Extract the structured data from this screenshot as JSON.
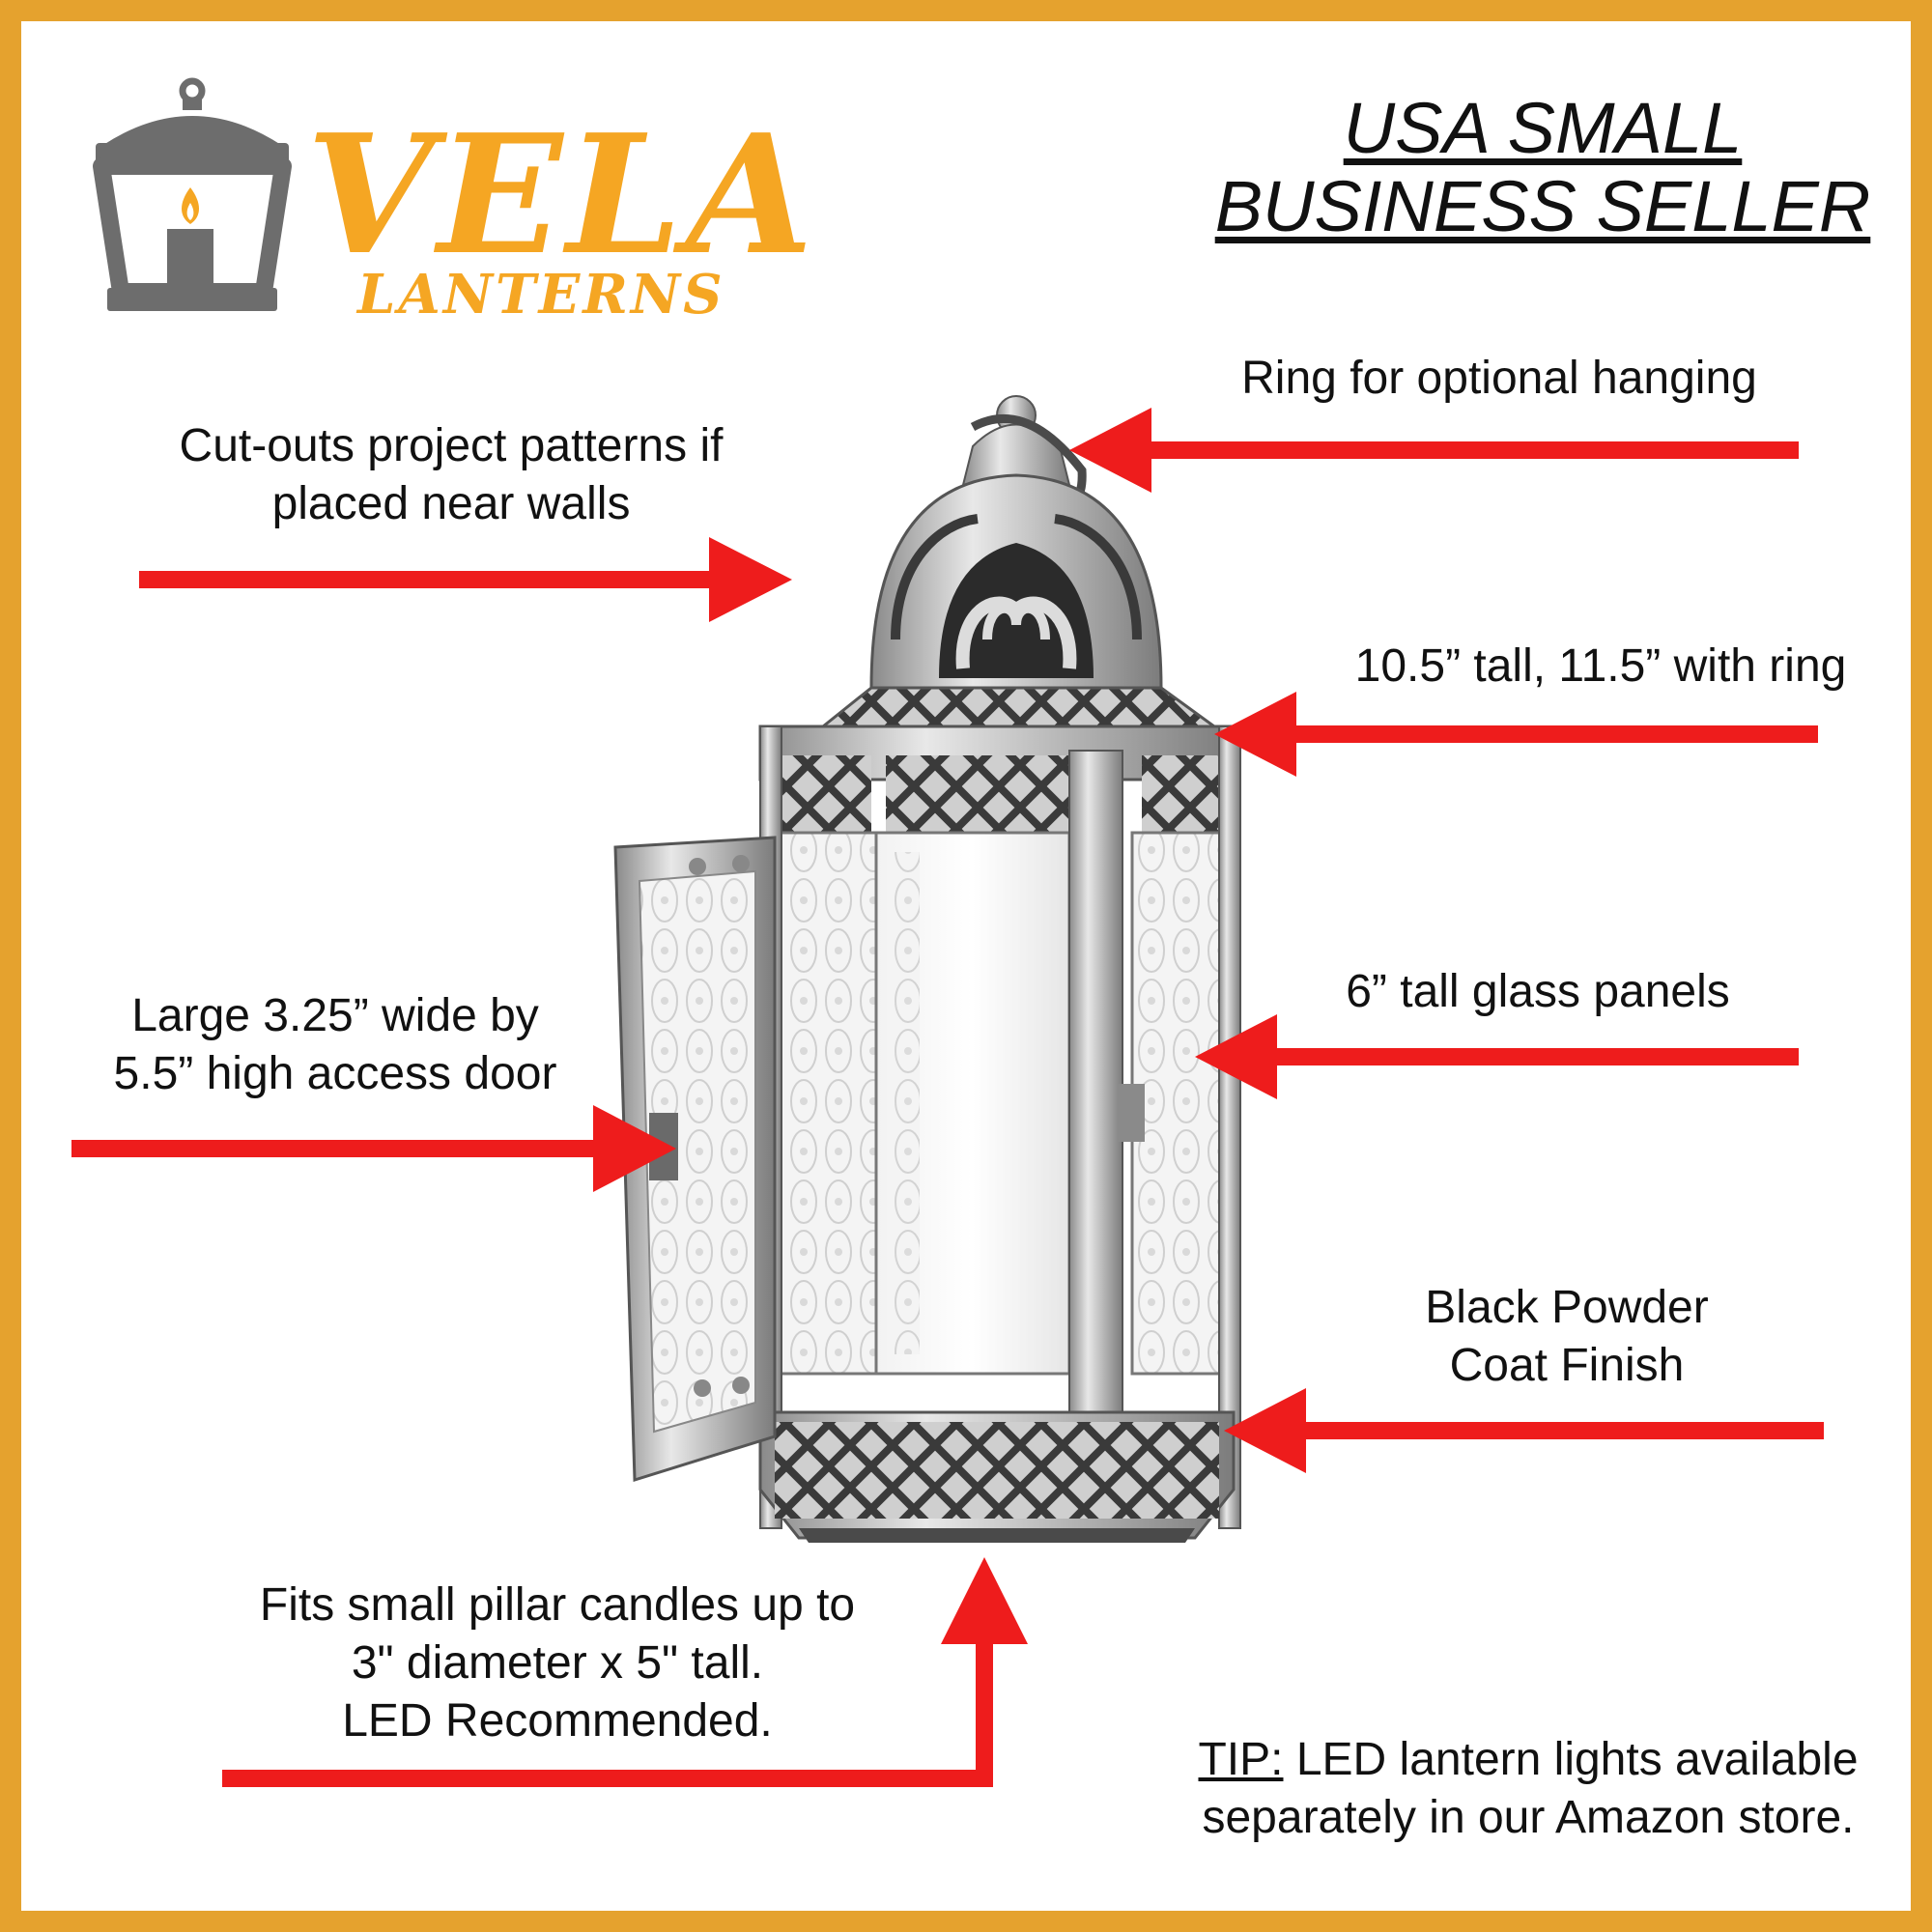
{
  "brand": {
    "name": "VELA",
    "subtitle": "LANTERNS"
  },
  "seller_badge": {
    "line1": "USA SMALL",
    "line2": "BUSINESS SELLER"
  },
  "callouts": {
    "ring": "Ring for optional hanging",
    "cutouts_line1": "Cut-outs project patterns if",
    "cutouts_line2": "placed near walls",
    "height": "10.5” tall, 11.5” with ring",
    "glass": "6” tall glass panels",
    "door_line1": "Large 3.25” wide by",
    "door_line2": "5.5” high access door",
    "finish_line1": "Black Powder",
    "finish_line2": "Coat Finish",
    "candles_line1": "Fits small pillar candles up to",
    "candles_line2": "3\" diameter x 5\" tall.",
    "candles_line3": "LED Recommended."
  },
  "tip": {
    "prefix": "TIP:",
    "line1": " LED lantern lights available",
    "line2": "separately in our Amazon store."
  },
  "colors": {
    "border": "#E5A22E",
    "brand": "#F5A623",
    "arrow": "#EE1C1C",
    "logo_gray": "#6D6D6D",
    "lantern_silver": "#C9C9C9"
  }
}
